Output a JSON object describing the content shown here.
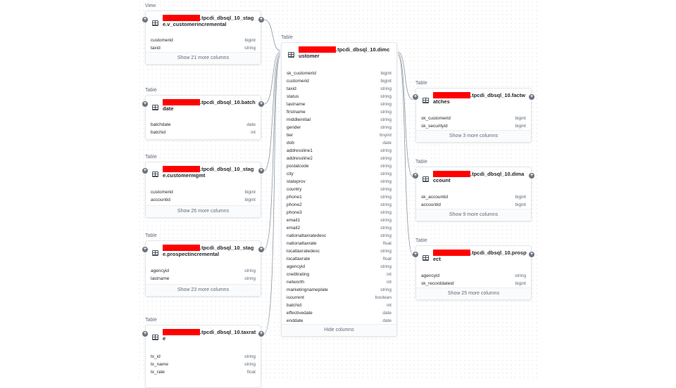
{
  "nodes": {
    "vcust": {
      "type": "View",
      "title_l1": ".tpcdi_dbsql_10_stag",
      "title_l2": "e.v_customerincremental",
      "columns": [
        [
          "customerid",
          "bigint"
        ],
        [
          "taxid",
          "string"
        ]
      ],
      "footer": "Show 21 more columns"
    },
    "batchdate": {
      "type": "Table",
      "title_l1": ".tpcdi_dbsql_10.batch",
      "title_l2": "date",
      "columns": [
        [
          "batchdate",
          "date"
        ],
        [
          "batchid",
          "int"
        ]
      ],
      "footer": ""
    },
    "custmgmt": {
      "type": "Table",
      "title_l1": ".tpcdi_dbsql_10_stag",
      "title_l2": "e.customermgmt",
      "columns": [
        [
          "customerid",
          "bigint"
        ],
        [
          "accountid",
          "bigint"
        ]
      ],
      "footer": "Show 26 more columns"
    },
    "prospinc": {
      "type": "Table",
      "title_l1": ".tpcdi_dbsql_10_stag",
      "title_l2": "e.prospectincremental",
      "columns": [
        [
          "agencyid",
          "string"
        ],
        [
          "lastname",
          "string"
        ]
      ],
      "footer": "Show 23 more columns"
    },
    "taxrate": {
      "type": "Table",
      "title_l1": ".tpcdi_dbsql_10.taxrat",
      "title_l2": "e",
      "columns": [
        [
          "tx_id",
          "string"
        ],
        [
          "tx_name",
          "string"
        ],
        [
          "tx_rate",
          "float"
        ]
      ],
      "footer": ""
    },
    "dimcustomer": {
      "type": "Table",
      "title_l1": ".tpcdi_dbsql_10.dimc",
      "title_l2": "ustomer",
      "columns": [
        [
          "sk_customerid",
          "bigint"
        ],
        [
          "customerid",
          "bigint"
        ],
        [
          "taxid",
          "string"
        ],
        [
          "status",
          "string"
        ],
        [
          "lastname",
          "string"
        ],
        [
          "firstname",
          "string"
        ],
        [
          "middleinitial",
          "string"
        ],
        [
          "gender",
          "string"
        ],
        [
          "tier",
          "tinyint"
        ],
        [
          "dob",
          "date"
        ],
        [
          "addressline1",
          "string"
        ],
        [
          "addressline2",
          "string"
        ],
        [
          "postalcode",
          "string"
        ],
        [
          "city",
          "string"
        ],
        [
          "stateprov",
          "string"
        ],
        [
          "country",
          "string"
        ],
        [
          "phone1",
          "string"
        ],
        [
          "phone2",
          "string"
        ],
        [
          "phone3",
          "string"
        ],
        [
          "email1",
          "string"
        ],
        [
          "email2",
          "string"
        ],
        [
          "nationaltaxratedesc",
          "string"
        ],
        [
          "nationaltaxrate",
          "float"
        ],
        [
          "localtaxratedesc",
          "string"
        ],
        [
          "localtaxrate",
          "float"
        ],
        [
          "agencyid",
          "string"
        ],
        [
          "creditrating",
          "int"
        ],
        [
          "networth",
          "int"
        ],
        [
          "marketingnameplate",
          "string"
        ],
        [
          "iscurrent",
          "boolean"
        ],
        [
          "batchid",
          "int"
        ],
        [
          "effectivedate",
          "date"
        ],
        [
          "enddate",
          "date"
        ]
      ],
      "footer": "Hide columns"
    },
    "factwatches": {
      "type": "Table",
      "title_l1": ".tpcdi_dbsql_10.factw",
      "title_l2": "atches",
      "columns": [
        [
          "sk_customerid",
          "bigint"
        ],
        [
          "sk_securityid",
          "bigint"
        ]
      ],
      "footer": "Show 3 more columns"
    },
    "dimaccount": {
      "type": "Table",
      "title_l1": ".tpcdi_dbsql_10.dima",
      "title_l2": "ccount",
      "columns": [
        [
          "sk_accountid",
          "bigint"
        ],
        [
          "accountid",
          "bigint"
        ]
      ],
      "footer": "Show 9 more columns"
    },
    "prospect": {
      "type": "Table",
      "title_l1": ".tpcdi_dbsql_10.prosp",
      "title_l2": "ect",
      "columns": [
        [
          "agencyid",
          "string"
        ],
        [
          "sk_recorddateid",
          "bigint"
        ]
      ],
      "footer": "Show 25 more columns"
    }
  },
  "colors": {
    "edge": "#8a96a3",
    "redaction": "#ff0000",
    "port": "#6b7480"
  }
}
